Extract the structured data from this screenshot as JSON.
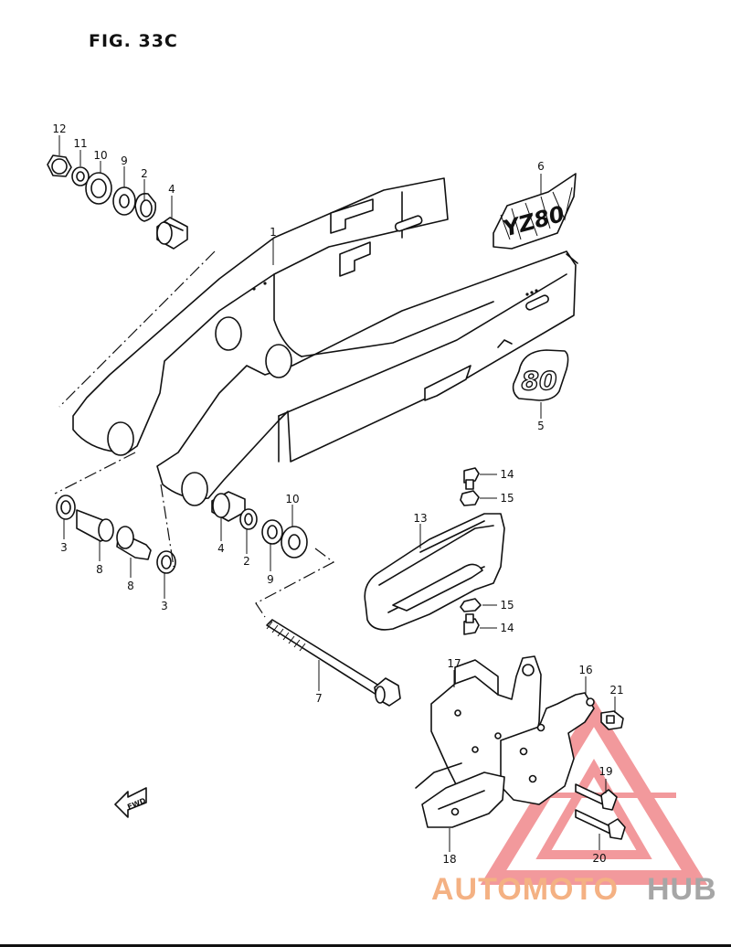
{
  "figure": {
    "title": "FIG. 33C"
  },
  "direction": {
    "label": "FWD"
  },
  "parts": [
    {
      "id": "p1",
      "label": "1"
    },
    {
      "id": "p2a",
      "label": "2"
    },
    {
      "id": "p2b",
      "label": "2"
    },
    {
      "id": "p3a",
      "label": "3"
    },
    {
      "id": "p3b",
      "label": "3"
    },
    {
      "id": "p4a",
      "label": "4"
    },
    {
      "id": "p4b",
      "label": "4"
    },
    {
      "id": "p5",
      "label": "5"
    },
    {
      "id": "p6",
      "label": "6"
    },
    {
      "id": "p7",
      "label": "7"
    },
    {
      "id": "p8a",
      "label": "8"
    },
    {
      "id": "p8b",
      "label": "8"
    },
    {
      "id": "p9a",
      "label": "9"
    },
    {
      "id": "p9b",
      "label": "9"
    },
    {
      "id": "p10a",
      "label": "10"
    },
    {
      "id": "p10b",
      "label": "10"
    },
    {
      "id": "p11",
      "label": "11"
    },
    {
      "id": "p12",
      "label": "12"
    },
    {
      "id": "p13",
      "label": "13"
    },
    {
      "id": "p14a",
      "label": "14"
    },
    {
      "id": "p14b",
      "label": "14"
    },
    {
      "id": "p15a",
      "label": "15"
    },
    {
      "id": "p15b",
      "label": "15"
    },
    {
      "id": "p16",
      "label": "16"
    },
    {
      "id": "p17",
      "label": "17"
    },
    {
      "id": "p18",
      "label": "18"
    },
    {
      "id": "p19",
      "label": "19"
    },
    {
      "id": "p20",
      "label": "20"
    },
    {
      "id": "p21",
      "label": "21"
    }
  ],
  "decal_text": {
    "p5": "80",
    "p6": "YZ80"
  },
  "watermark": {
    "text_primary": "AUTOMOTO",
    "text_secondary": "HUB",
    "color_primary": "#f4b183",
    "color_secondary": "#a6a6a6",
    "logo_color": "#e8474d"
  }
}
